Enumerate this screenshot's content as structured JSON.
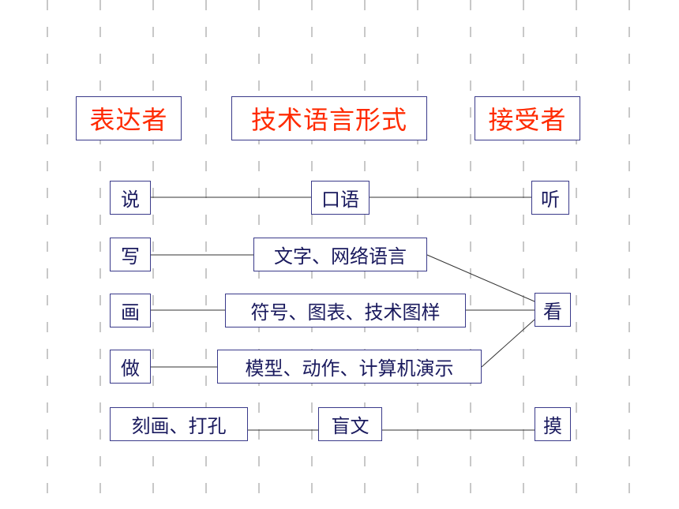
{
  "headers": {
    "expresser": "表达者",
    "tech_language_form": "技术语言形式",
    "receiver": "接受者"
  },
  "expressers": {
    "speak": "说",
    "write": "写",
    "draw": "画",
    "make": "做",
    "carve": "刻画、打孔"
  },
  "forms": {
    "oral": "口语",
    "text": "文字、网络语言",
    "symbols": "符号、图表、技术图样",
    "models": "模型、动作、计算机演示",
    "braille": "盲文"
  },
  "receivers": {
    "listen": "听",
    "look": "看",
    "touch": "摸"
  },
  "colors": {
    "header_text": "#ff2a00",
    "node_text": "#1a1a5e",
    "border": "#3a3a8a",
    "grid_dash": "#c8c8c8"
  }
}
